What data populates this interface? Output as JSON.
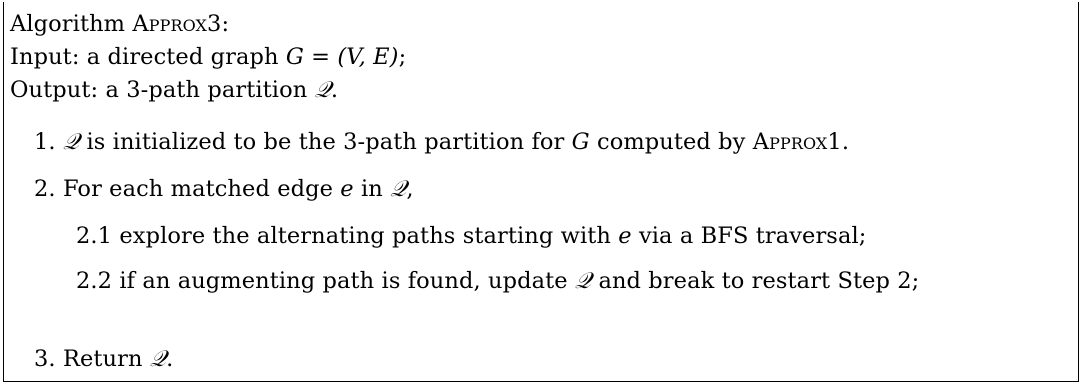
{
  "algorithm": {
    "title_prefix": "Algorithm ",
    "title_name": "Approx3",
    "title_suffix": ":",
    "input_prefix": "Input: a directed graph ",
    "input_math": "G = (V, E)",
    "input_suffix": ";",
    "output_prefix": "Output: a 3-path partition ",
    "output_math": "𝒬",
    "output_suffix": ".",
    "steps": [
      {
        "num": "1.",
        "math1": "𝒬",
        "text1": " is initialized to be the 3-path partition for ",
        "math2": "G",
        "text2": " computed by ",
        "name": "Approx1",
        "text3": "."
      },
      {
        "num": "2.",
        "text1": "For each matched edge ",
        "math1": "e",
        "text2": " in ",
        "math2": "𝒬",
        "text3": ","
      },
      {
        "num": "3.",
        "text1": "Return ",
        "math1": "𝒬",
        "text2": "."
      }
    ],
    "substeps": [
      {
        "num": "2.1",
        "text1": "explore the alternating paths starting with ",
        "math1": "e",
        "text2": " via a BFS traversal;"
      },
      {
        "num": "2.2",
        "text1": "if an augmenting path is found, update ",
        "math1": "𝒬",
        "text2": " and break to restart Step 2;"
      }
    ]
  }
}
